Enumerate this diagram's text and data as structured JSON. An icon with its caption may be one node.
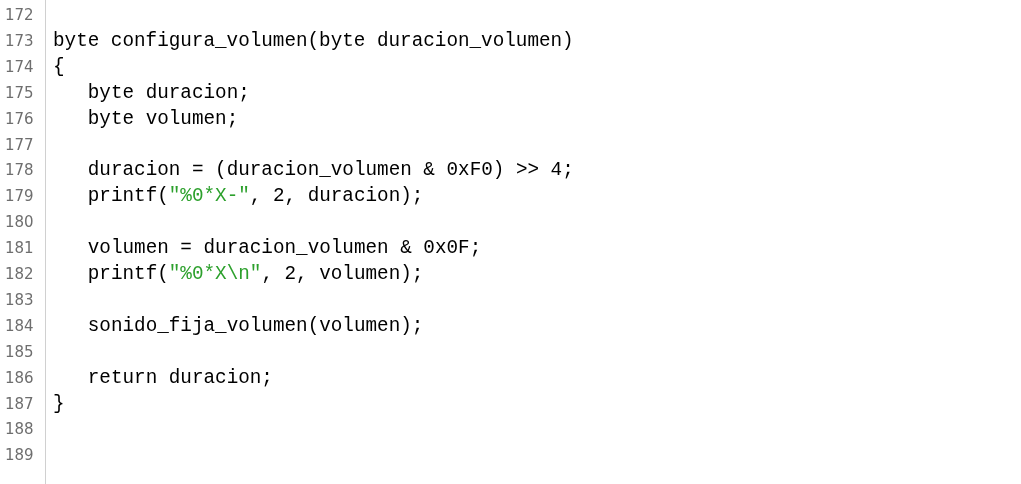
{
  "diagram": {
    "labels": [
      "172",
      "173",
      "byte configura_volumen(byte duracion_volumen)",
      "174",
      "{",
      "175",
      "byte duracion;",
      "176",
      "byte volumen;",
      "177",
      "178",
      "duracion = (duracion_volumen & 0xF0) >> 4;",
      "179",
      "printf(\"%0*X-\", 2, duracion);",
      "180",
      "181",
      "volumen = duracion_volumen & 0x0F;",
      "182",
      "printf(\"%0*X\\n\", 2, volumen);",
      "183",
      "184",
      "sonido_fija_volumen(volumen);",
      "185",
      "186",
      "return duracion;",
      "187",
      "}",
      "188",
      "189"
    ]
  }
}
